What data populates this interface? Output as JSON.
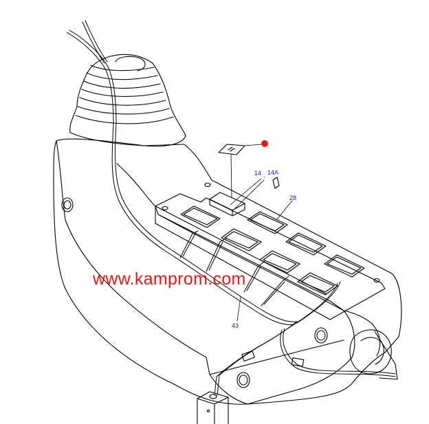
{
  "watermark": {
    "text": "www.kamprom.com",
    "color": "#e21a1a"
  },
  "callouts": {
    "item_14": "14",
    "separator": ",",
    "item_14a": "14A",
    "item_28": "28",
    "item_43": "43",
    "color": "#1a1acc"
  },
  "markers": {
    "red_dot_color": "#e21a1a"
  },
  "colors": {
    "line": "#000000",
    "background": "#ffffff"
  }
}
